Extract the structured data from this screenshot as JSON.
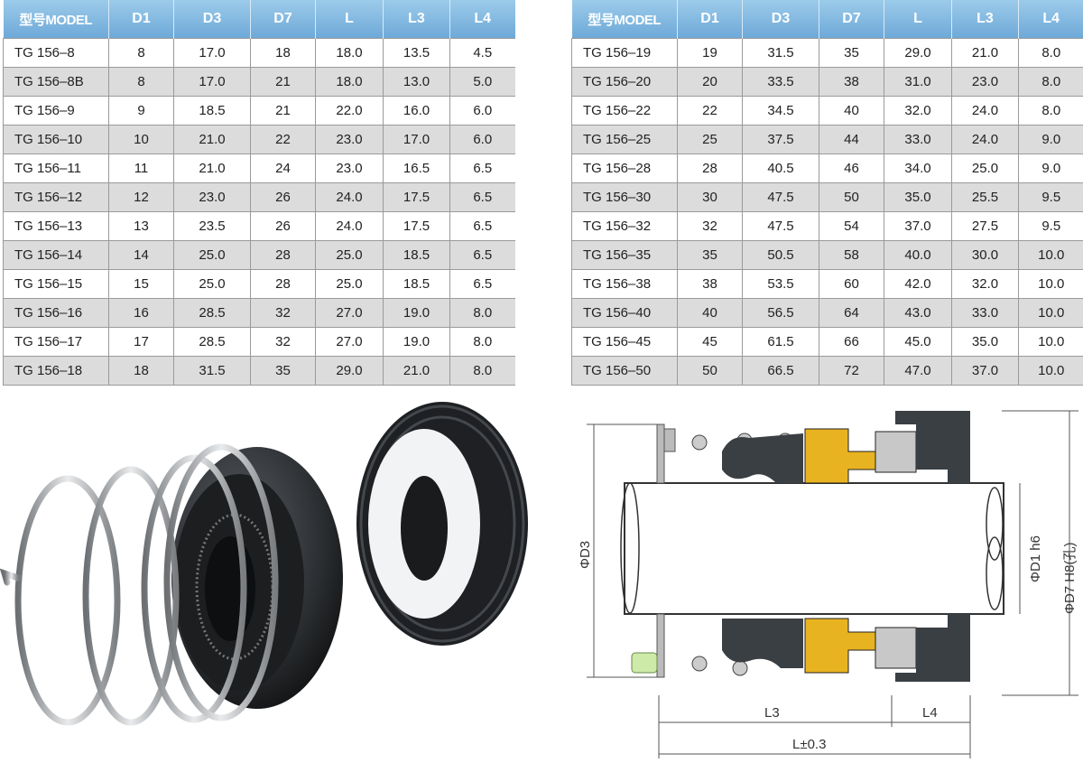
{
  "tables": {
    "headers": [
      "型号MODEL",
      "D1",
      "D3",
      "D7",
      "L",
      "L3",
      "L4"
    ],
    "left_rows": [
      [
        "TG 156–8",
        "8",
        "17.0",
        "18",
        "18.0",
        "13.5",
        "4.5"
      ],
      [
        "TG 156–8B",
        "8",
        "17.0",
        "21",
        "18.0",
        "13.0",
        "5.0"
      ],
      [
        "TG 156–9",
        "9",
        "18.5",
        "21",
        "22.0",
        "16.0",
        "6.0"
      ],
      [
        "TG 156–10",
        "10",
        "21.0",
        "22",
        "23.0",
        "17.0",
        "6.0"
      ],
      [
        "TG 156–11",
        "11",
        "21.0",
        "24",
        "23.0",
        "16.5",
        "6.5"
      ],
      [
        "TG 156–12",
        "12",
        "23.0",
        "26",
        "24.0",
        "17.5",
        "6.5"
      ],
      [
        "TG 156–13",
        "13",
        "23.5",
        "26",
        "24.0",
        "17.5",
        "6.5"
      ],
      [
        "TG 156–14",
        "14",
        "25.0",
        "28",
        "25.0",
        "18.5",
        "6.5"
      ],
      [
        "TG 156–15",
        "15",
        "25.0",
        "28",
        "25.0",
        "18.5",
        "6.5"
      ],
      [
        "TG 156–16",
        "16",
        "28.5",
        "32",
        "27.0",
        "19.0",
        "8.0"
      ],
      [
        "TG 156–17",
        "17",
        "28.5",
        "32",
        "27.0",
        "19.0",
        "8.0"
      ],
      [
        "TG 156–18",
        "18",
        "31.5",
        "35",
        "29.0",
        "21.0",
        "8.0"
      ]
    ],
    "right_rows": [
      [
        "TG 156–19",
        "19",
        "31.5",
        "35",
        "29.0",
        "21.0",
        "8.0"
      ],
      [
        "TG 156–20",
        "20",
        "33.5",
        "38",
        "31.0",
        "23.0",
        "8.0"
      ],
      [
        "TG 156–22",
        "22",
        "34.5",
        "40",
        "32.0",
        "24.0",
        "8.0"
      ],
      [
        "TG 156–25",
        "25",
        "37.5",
        "44",
        "33.0",
        "24.0",
        "9.0"
      ],
      [
        "TG 156–28",
        "28",
        "40.5",
        "46",
        "34.0",
        "25.0",
        "9.0"
      ],
      [
        "TG 156–30",
        "30",
        "47.5",
        "50",
        "35.0",
        "25.5",
        "9.5"
      ],
      [
        "TG 156–32",
        "32",
        "47.5",
        "54",
        "37.0",
        "27.5",
        "9.5"
      ],
      [
        "TG 156–35",
        "35",
        "50.5",
        "58",
        "40.0",
        "30.0",
        "10.0"
      ],
      [
        "TG 156–38",
        "38",
        "53.5",
        "60",
        "42.0",
        "32.0",
        "10.0"
      ],
      [
        "TG 156–40",
        "40",
        "56.5",
        "64",
        "43.0",
        "33.0",
        "10.0"
      ],
      [
        "TG 156–45",
        "45",
        "61.5",
        "66",
        "45.0",
        "35.0",
        "10.0"
      ],
      [
        "TG 156–50",
        "50",
        "66.5",
        "72",
        "47.0",
        "37.0",
        "10.0"
      ]
    ]
  },
  "diagram": {
    "labels": {
      "d3": "ΦD3",
      "d1": "ΦD1 h6",
      "d7": "ΦD7 H8(孔)",
      "l3": "L3",
      "l4": "L4",
      "l": "L±0.3"
    }
  },
  "colors": {
    "header_top": "#9ccbea",
    "header_bottom": "#6ea9d8",
    "row_alt": "#dcdcdc",
    "rubber": "#3a3f44",
    "carbon": "#e8b320",
    "ceramic": "#c8c8c8"
  }
}
